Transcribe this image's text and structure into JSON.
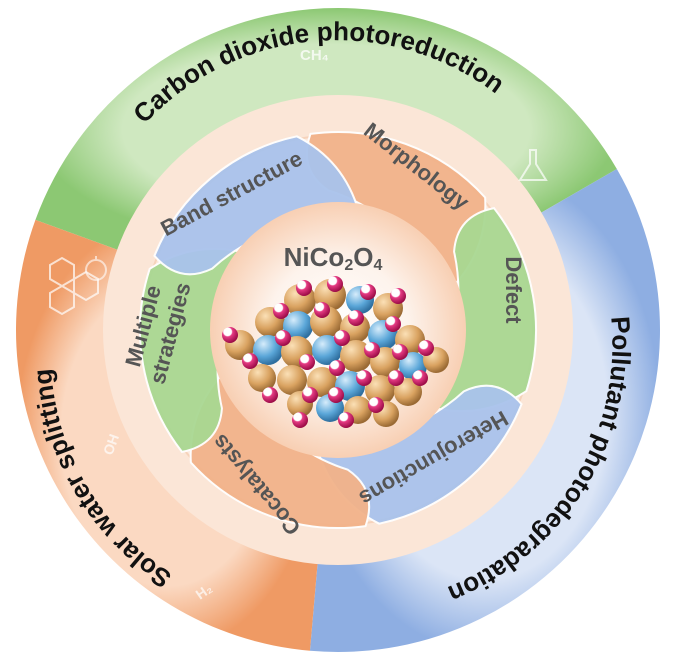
{
  "center": {
    "formula_prefix": "NiCo",
    "formula_sub1": "2",
    "formula_mid": "O",
    "formula_sub2": "4"
  },
  "outer_ring": [
    {
      "label": "Carbon dioxide photoreduction"
    },
    {
      "label": "Pollutant photodegradation"
    },
    {
      "label": "Solar water splitting"
    }
  ],
  "strategies": [
    {
      "label": "Morphology"
    },
    {
      "label": "Defect"
    },
    {
      "label": "Heterojunctions"
    },
    {
      "label": "Cocatalysts"
    },
    {
      "label": "Multiple strategies",
      "line1": "Multiple",
      "line2": "strategies"
    },
    {
      "label": "Band structure"
    }
  ],
  "faint_labels": {
    "ch4": "CH₄",
    "oh": "OH",
    "h2": "H₂"
  },
  "colors": {
    "green": "#9ccf82",
    "blue": "#a6bde6",
    "orange": "#f2a878",
    "inner_peach": "#fbe3d2",
    "text_dark": "#111111",
    "text_gray": "#555555",
    "atom_gold": "#d9a260",
    "atom_blue": "#5aa6d8",
    "atom_pink": "#d81b6a"
  }
}
